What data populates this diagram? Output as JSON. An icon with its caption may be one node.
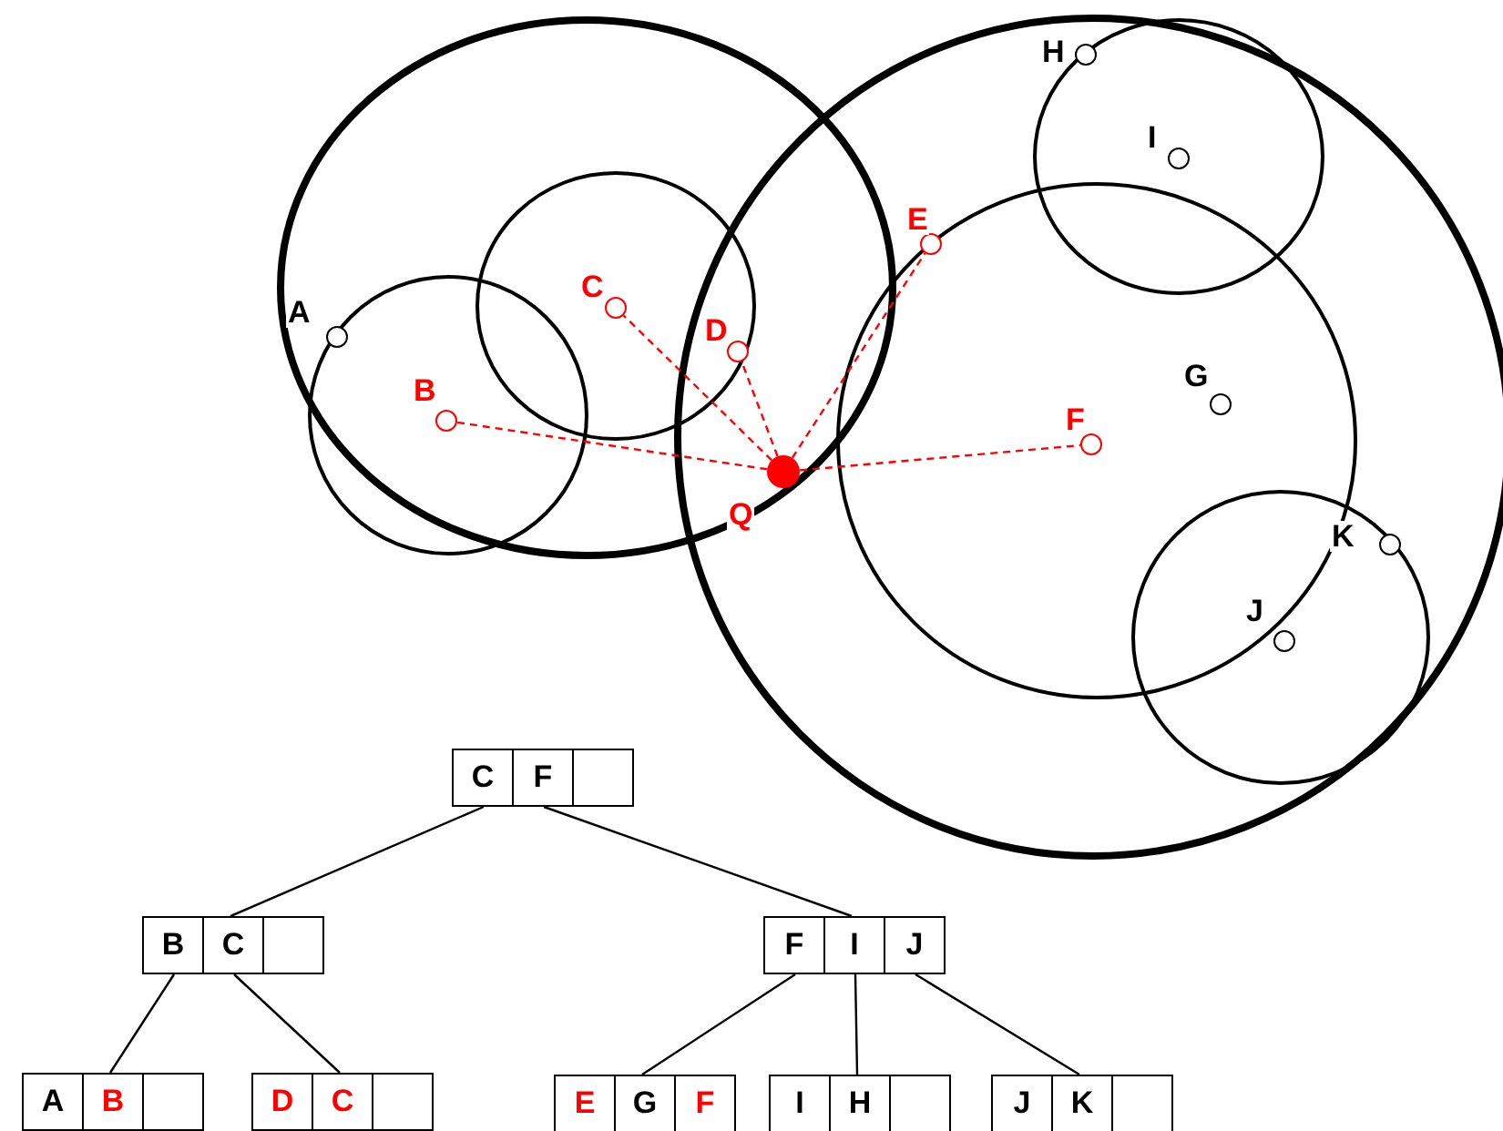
{
  "diagram": {
    "nodes": [
      {
        "text": [],
        "shape": "circle",
        "beside": [
          "H"
        ]
      },
      {
        "text": [],
        "shape": "circle",
        "beside": [
          "I"
        ]
      },
      {
        "text": [],
        "shape": "circle",
        "beside": [
          "E"
        ]
      },
      {
        "text": [],
        "shape": "circle",
        "beside": [
          "C"
        ]
      },
      {
        "text": [],
        "shape": "circle",
        "beside": [
          "A"
        ]
      },
      {
        "text": [],
        "shape": "circle",
        "beside": [
          "D"
        ]
      },
      {
        "text": [],
        "shape": "circle",
        "beside": [
          "B"
        ]
      },
      {
        "text": [],
        "shape": "circle",
        "beside": [
          "G"
        ]
      },
      {
        "text": [],
        "shape": "circle",
        "beside": [
          "F"
        ]
      },
      {
        "text": [],
        "shape": "circle",
        "beside": [
          "Q"
        ]
      },
      {
        "text": [],
        "shape": "circle",
        "beside": [
          "K"
        ]
      },
      {
        "text": [],
        "shape": "circle",
        "beside": [
          "J"
        ]
      },
      {
        "text": [
          "C",
          "F"
        ]
      },
      {
        "text": [
          "B",
          "C"
        ]
      },
      {
        "text": [
          "F",
          "I",
          "J"
        ]
      },
      {
        "text": [
          "A",
          "B"
        ]
      },
      {
        "text": [
          "D",
          "C"
        ]
      },
      {
        "text": [
          "E",
          "G",
          "F"
        ]
      },
      {
        "text": [
          "I",
          "H"
        ]
      },
      {
        "text": [
          "J",
          "K"
        ]
      }
    ],
    "edges": [
      {
        "from": 9,
        "to": 6,
        "arrow": "none",
        "style": "dashed",
        "color": "#ff0000"
      },
      {
        "from": 9,
        "to": 3,
        "arrow": "none",
        "style": "dashed",
        "color": "#ff0000"
      },
      {
        "from": 9,
        "to": 5,
        "arrow": "none",
        "style": "dashed",
        "color": "#ff0000"
      },
      {
        "from": 9,
        "to": 2,
        "arrow": "none",
        "style": "dashed",
        "color": "#ff0000"
      },
      {
        "from": 9,
        "to": 8,
        "arrow": "none",
        "style": "dashed",
        "color": "#ff0000"
      },
      {
        "from": 12,
        "to": 13,
        "arrow": "none"
      },
      {
        "from": 12,
        "to": 14,
        "arrow": "none"
      },
      {
        "from": 13,
        "to": 15,
        "arrow": "none"
      },
      {
        "from": 13,
        "to": 16,
        "arrow": "none"
      },
      {
        "from": 14,
        "to": 17,
        "arrow": "none"
      },
      {
        "from": 14,
        "to": 18,
        "arrow": "none"
      },
      {
        "from": 14,
        "to": 19,
        "arrow": "none"
      }
    ]
  }
}
